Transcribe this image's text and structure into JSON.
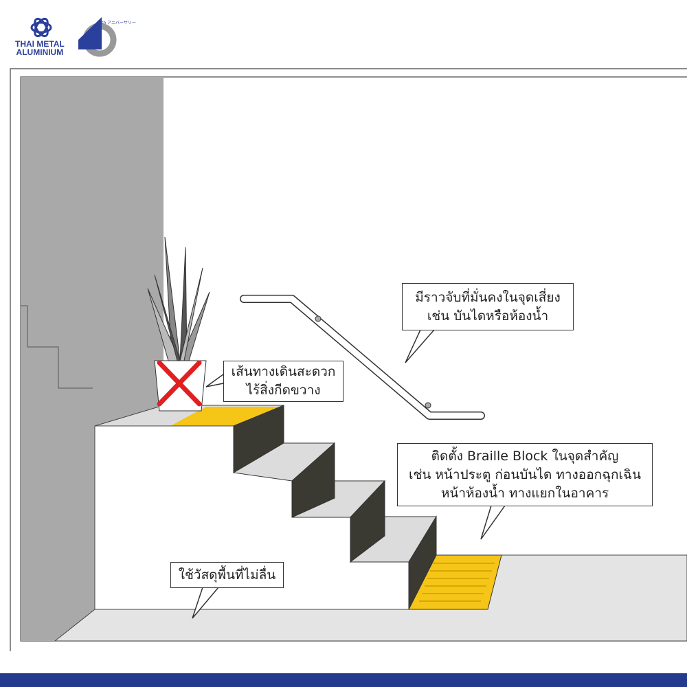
{
  "logo": {
    "name_line1": "THAI METAL",
    "name_line2": "ALUMINIUM",
    "anniversary_sup": "th",
    "anniversary_text": "アニバーサリー"
  },
  "callouts": {
    "handrail": {
      "line1": "มีราวจับที่มั่นคงในจุดเสี่ยง",
      "line2": "เช่น บันไดหรือห้องน้ำ"
    },
    "clear_path": {
      "line1": "เส้นทางเดินสะดวก",
      "line2": "ไร้สิ่งกีดขวาง"
    },
    "braille": {
      "line1": "ติดตั้ง Braille Block ในจุดสำคัญ",
      "line2": "เช่น หน้าประตู ก่อนบันได ทางออกฉุกเฉิน",
      "line3": "หน้าห้องน้ำ ทางแยกในอาคาร"
    },
    "floor": {
      "line1": "ใช้วัสดุพื้นที่ไม่ลื่น"
    }
  },
  "colors": {
    "brand_blue": "#243a8c",
    "braille_yellow": "#f5c518",
    "riser": "#3a3a32",
    "wall": "#a9a9a9",
    "cross": "#e02020"
  }
}
